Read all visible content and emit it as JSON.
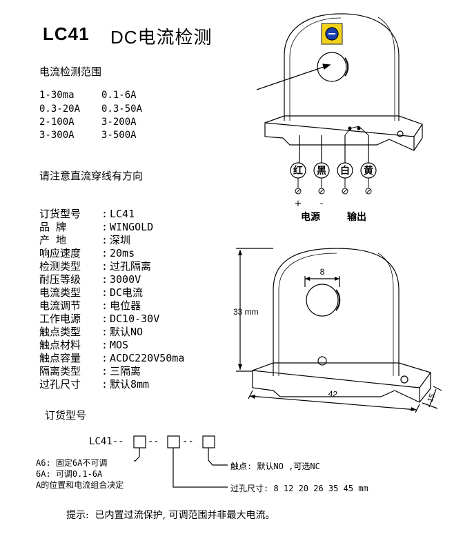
{
  "title": {
    "model": "LC41",
    "name": "DC电流检测"
  },
  "range_heading": "电流检测范围",
  "ranges": [
    [
      "1-30ma",
      "0.1-6A"
    ],
    [
      "0.3-20A",
      "0.3-50A"
    ],
    [
      "2-100A",
      "3-200A"
    ],
    [
      "3-300A",
      "3-500A"
    ]
  ],
  "direction_note": "请注意直流穿线有方向",
  "specs": [
    {
      "key": "订货型号",
      "value": "LC41"
    },
    {
      "key": "品    牌",
      "value": "WINGOLD"
    },
    {
      "key": "产    地",
      "value": "深圳"
    },
    {
      "key": "响应速度",
      "value": "20ms"
    },
    {
      "key": "检测类型",
      "value": "过孔隔离"
    },
    {
      "key": "耐压等级",
      "value": "3000V"
    },
    {
      "key": "电流类型",
      "value": "DC电流"
    },
    {
      "key": "电流调节",
      "value": "电位器"
    },
    {
      "key": "工作电源",
      "value": "DC10-30V"
    },
    {
      "key": "触点类型",
      "value": "默认NO"
    },
    {
      "key": "触点材料",
      "value": "MOS"
    },
    {
      "key": "触点容量",
      "value": "ACDC220V50ma"
    },
    {
      "key": "隔离类型",
      "value": "三隔离"
    },
    {
      "key": "过孔尺寸",
      "value": "默认8mm"
    }
  ],
  "spec_separator": ":",
  "wires": {
    "colors": [
      "红",
      "黑",
      "白",
      "黄"
    ],
    "plus": "+",
    "minus": "-",
    "power_label": "电源",
    "output_label": "输出"
  },
  "dimensions": {
    "hole": "8",
    "height": "33 mm",
    "length": "42",
    "depth": "15"
  },
  "order_code": {
    "heading": "订货型号",
    "prefix": "LC41--",
    "dash": "--",
    "note_a6": "A6: 固定6A不可调",
    "note_6a": "6A: 可调0.1-6A",
    "note_a": "A的位置和电流组合决定",
    "contact_note": "触点: 默认NO ,可选NC",
    "hole_note": "过孔尺寸: 8 12 20 26 35 45 mm"
  },
  "footer_tip": "提示:  已内置过流保护, 可调范围并非最大电流。"
}
